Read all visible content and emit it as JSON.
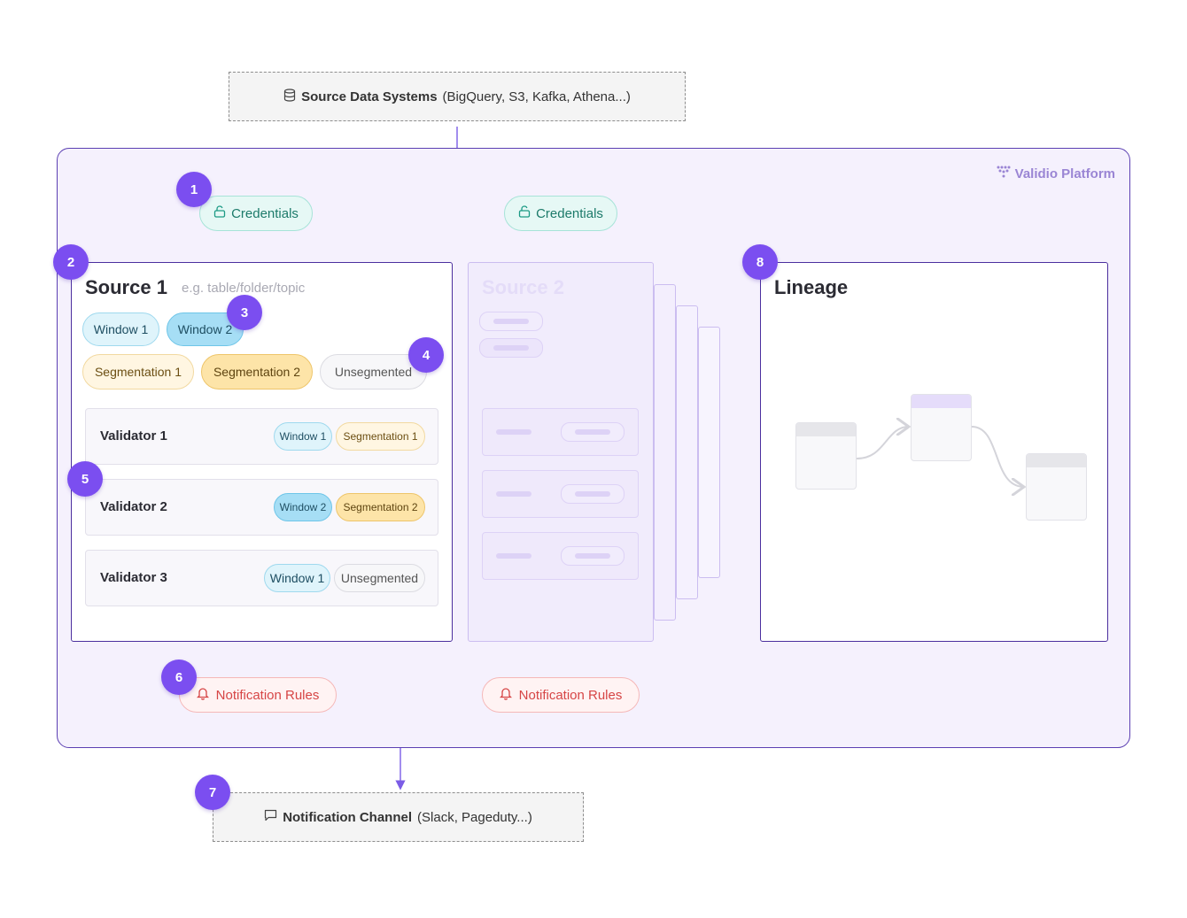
{
  "source_systems": {
    "title": "Source Data Systems",
    "detail": "(BigQuery, S3, Kafka, Athena...)",
    "icon": "database-icon"
  },
  "platform": {
    "label": "Validio Platform",
    "icon": "validio-logo-icon"
  },
  "credentials": [
    {
      "label": "Credentials"
    },
    {
      "label": "Credentials"
    }
  ],
  "source1": {
    "title": "Source 1",
    "hint": "e.g. table/folder/topic",
    "windows": [
      "Window 1",
      "Window 2"
    ],
    "segmentations": [
      "Segmentation 1",
      "Segmentation 2",
      "Unsegmented"
    ],
    "validators": [
      {
        "name": "Validator 1",
        "window": "Window 1",
        "segmentation": "Segmentation 1"
      },
      {
        "name": "Validator 2",
        "window": "Window 2",
        "segmentation": "Segmentation 2"
      },
      {
        "name": "Validator 3",
        "window": "Window 1",
        "segmentation": "Unsegmented"
      }
    ]
  },
  "source2": {
    "title": "Source 2"
  },
  "lineage": {
    "title": "Lineage"
  },
  "notification_rules": [
    {
      "label": "Notification Rules"
    },
    {
      "label": "Notification Rules"
    }
  ],
  "notification_channel": {
    "title": "Notification Channel",
    "detail": "(Slack, Pageduty...)",
    "icon": "chat-bubble-icon"
  },
  "badges": [
    "1",
    "2",
    "3",
    "4",
    "5",
    "6",
    "7",
    "8"
  ],
  "colors": {
    "accent": "#7b4ef0",
    "border": "#4b2f9e",
    "line": "#7b5ce6",
    "platform_bg": "#f5f1fd"
  }
}
